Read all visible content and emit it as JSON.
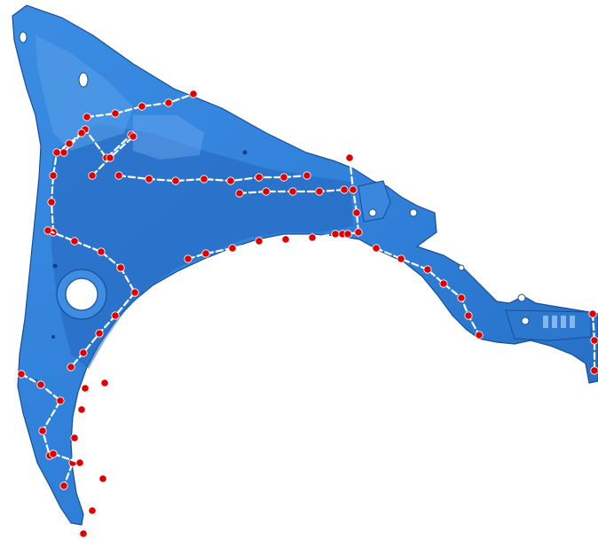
{
  "colors": {
    "panel": "#2f7fd8",
    "panel_light": "#5aa0ea",
    "panel_dark": "#1d5fb0",
    "panel_edge": "#174f96",
    "weld_spot": "#e00000",
    "weld_line": "#ffffff",
    "background": "#ffffff"
  },
  "weld_seams": [
    {
      "id": "upper-apron-rail",
      "spot_count": 5
    },
    {
      "id": "upper-left-diagonal",
      "spot_count": 4
    },
    {
      "id": "left-pillar-upper",
      "spot_count": 6
    },
    {
      "id": "inner-diagonal",
      "spot_count": 3
    },
    {
      "id": "mid-horizontal-rail",
      "spot_count": 8
    },
    {
      "id": "right-vertical-flange",
      "spot_count": 5
    },
    {
      "id": "mid-lower-rail",
      "spot_count": 5
    },
    {
      "id": "left-wheelarch-upper",
      "spot_count": 4
    },
    {
      "id": "left-wheelarch-lower",
      "spot_count": 6
    },
    {
      "id": "wheelarch-top",
      "spot_count": 9
    },
    {
      "id": "right-arm",
      "spot_count": 7
    },
    {
      "id": "right-edge",
      "spot_count": 3
    },
    {
      "id": "lower-foot-left",
      "spot_count": 5
    },
    {
      "id": "lower-foot-mid",
      "spot_count": 6
    },
    {
      "id": "lower-foot-right",
      "spot_count": 5
    }
  ]
}
